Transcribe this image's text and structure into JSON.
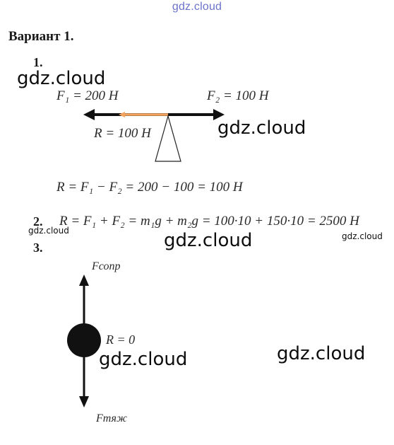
{
  "watermark": {
    "top": "gdz.cloud",
    "large": "gdz.cloud",
    "small": "gdz.cloud"
  },
  "heading": "Вариант 1.",
  "problems": {
    "p1": {
      "number": "1.",
      "force1": "F₁ = 200 Н",
      "force2": "F₂ = 100 Н",
      "resultant": "R = 100 Н",
      "equation": "R = F₁ − F₂ = 200 − 100 = 100 Н"
    },
    "p2": {
      "number": "2.",
      "equation": "R = F₁ + F₂ = m₁g + m₂g = 100·10 + 150·10 = 2500 Н"
    },
    "p3": {
      "number": "3.",
      "force_up": "Fсопр",
      "force_down": "Fтяж",
      "resultant": "R = 0"
    }
  },
  "colors": {
    "arrow": "#111111",
    "resultant_bar": "#f2a35f",
    "watermark_top": "#6b72c9"
  }
}
